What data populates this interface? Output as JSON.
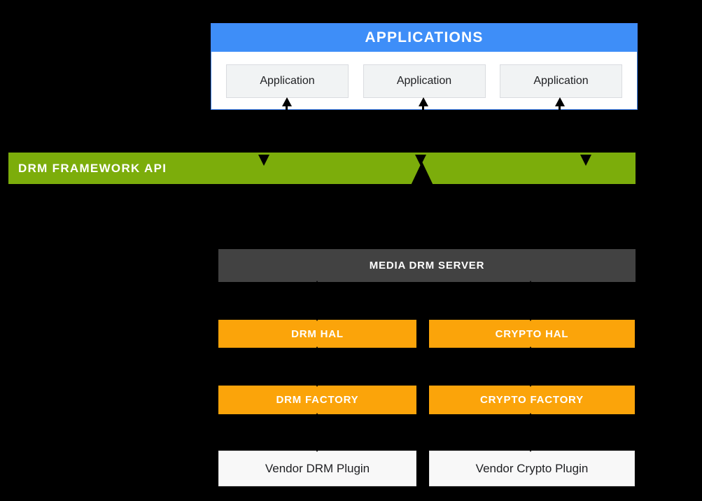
{
  "applications": {
    "header": "APPLICATIONS",
    "items": [
      "Application",
      "Application",
      "Application"
    ]
  },
  "layers": {
    "drm_framework_api": "DRM FRAMEWORK API",
    "media_drm_server": "MEDIA DRM SERVER"
  },
  "hal": {
    "drm_hal": "DRM HAL",
    "crypto_hal": "CRYPTO HAL"
  },
  "factory": {
    "drm_factory": "DRM FACTORY",
    "crypto_factory": "CRYPTO FACTORY"
  },
  "vendor": {
    "drm_plugin": "Vendor DRM Plugin",
    "crypto_plugin": "Vendor Crypto Plugin"
  },
  "colors": {
    "background": "#000000",
    "blue": "#3E8EF8",
    "border-blue": "#4285F4",
    "green": "#7CAD0B",
    "orange": "#FBA40A",
    "dark-gray": "#424242",
    "box-bg": "#F1F3F4",
    "box-border": "#DADCE0",
    "vendor-bg": "#F8F8F8"
  }
}
